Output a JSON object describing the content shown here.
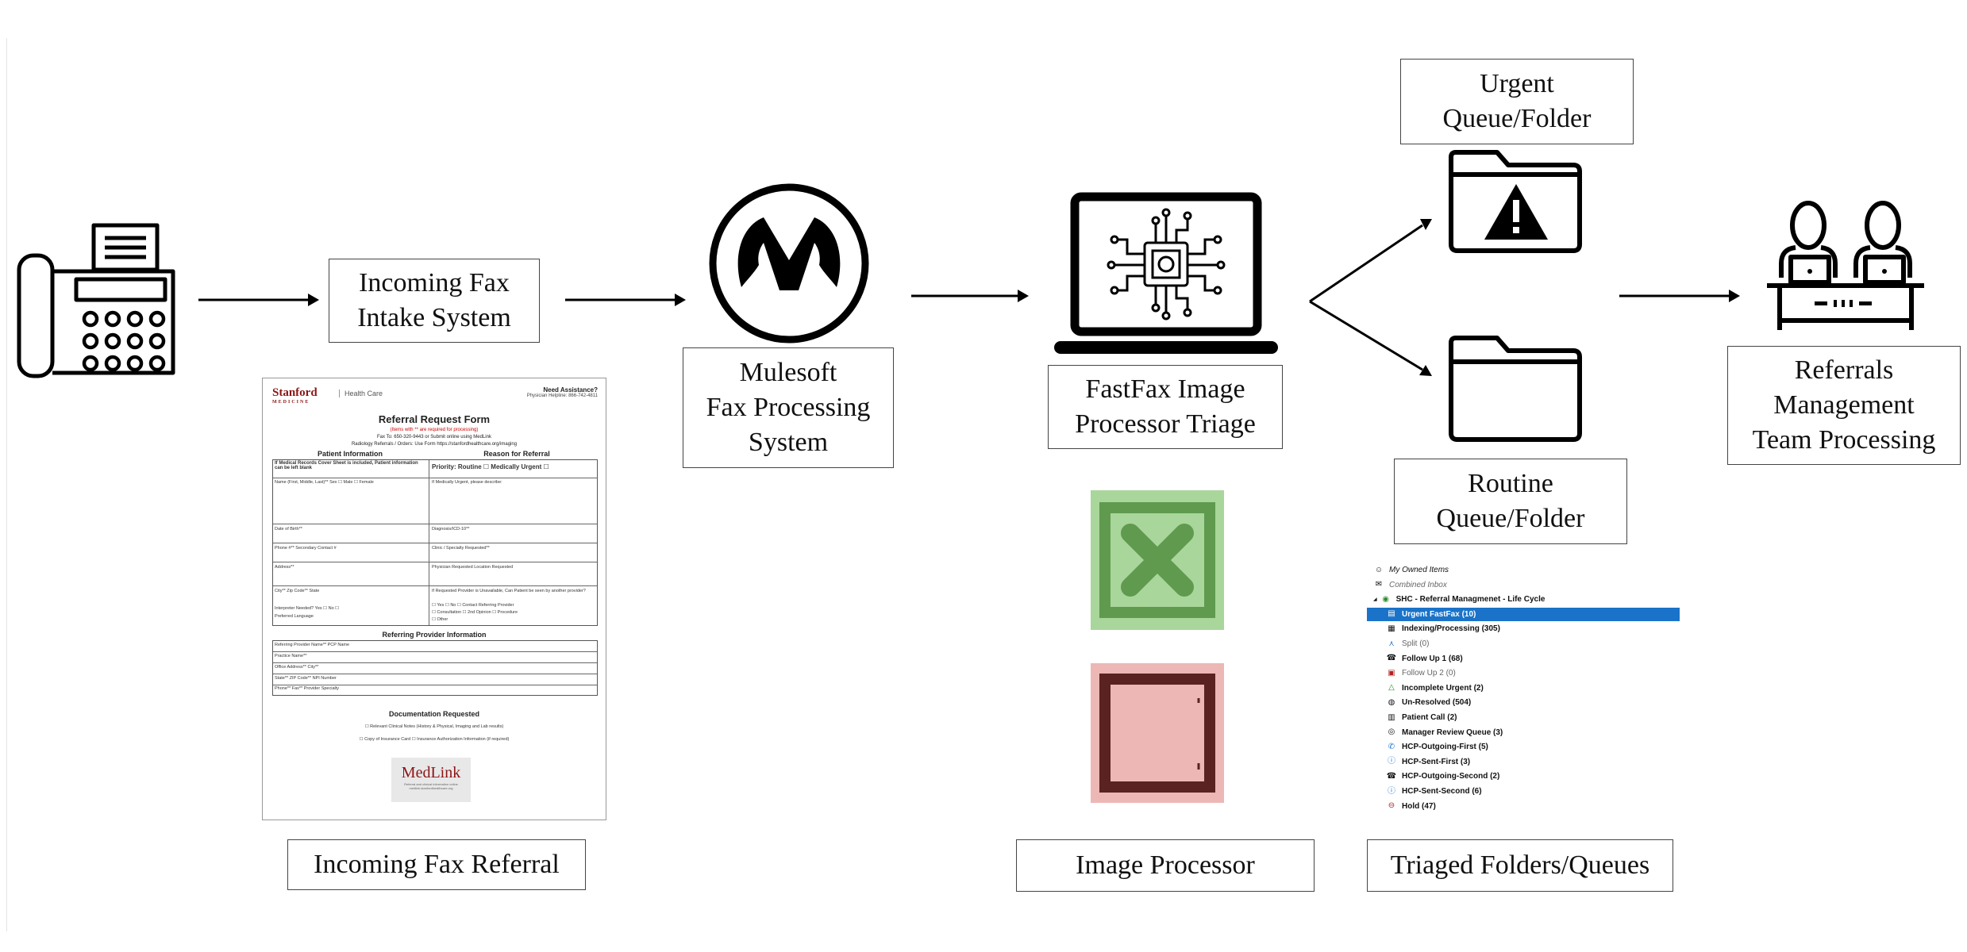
{
  "boxes": {
    "intake": [
      "Incoming Fax",
      "Intake System"
    ],
    "mulesoft": [
      "Mulesoft",
      "Fax Processing",
      "System"
    ],
    "fastfax": [
      "FastFax Image",
      "Processor Triage"
    ],
    "urgent": [
      "Urgent",
      "Queue/Folder"
    ],
    "routine": [
      "Routine",
      "Queue/Folder"
    ],
    "referrals": [
      "Referrals",
      "Management",
      "Team Processing"
    ]
  },
  "captions": {
    "incoming_fax_referral": "Incoming Fax Referral",
    "image_processor": "Image Processor",
    "triaged": "Triaged Folders/Queues"
  },
  "colors": {
    "green_fill": "#a9d69a",
    "green_stroke": "#5f9a4e",
    "red_fill": "#ecb7b5",
    "red_stroke": "#5a2220",
    "queue_selected": "#1a73c9",
    "stanford_red": "#8c1515"
  },
  "icons": {
    "fax": "fax-machine-icon",
    "mulesoft": "mulesoft-logo-icon",
    "laptop": "ai-chip-laptop-icon",
    "urgent_folder": "warning-folder-icon",
    "routine_folder": "folder-icon",
    "team": "team-at-desk-icon",
    "checked": "green-x-checkbox-icon",
    "unchecked": "red-empty-checkbox-icon"
  },
  "form": {
    "logo": "Stanford",
    "logo_sub": "MEDICINE",
    "health_care": "Health Care",
    "need": "Need Assistance?",
    "hotline": "Physician Helpline: 866-742-4811",
    "title": "Referral Request Form",
    "required": "(Items with ** are required for processing)",
    "fax_line": "Fax To: 650-320-9443 or Submit online using  MedLink",
    "radiology": "Radiology Referrals / Orders: Use Form  https://stanfordhealthcare.org/imaging",
    "patient_info": "Patient Information",
    "reason": "Reason for Referral",
    "cover_note": "If Medical Records Cover Sheet is included, Patient information can be left blank",
    "priority": "Priority:  Routine ☐  Medically Urgent ☐",
    "urgent_note": "If Medically Urgent, please describe:",
    "fields_left": [
      "Name (First, Middle, Last)**      Sex ☐ Male ☐ Female",
      "Date of Birth**",
      "Phone #**        Secondary Contact #",
      "Address**",
      "City**          Zip Code**        State",
      "Interpreter Needed?  Yes ☐   No ☐",
      "Preferred Language"
    ],
    "fields_right": [
      "Diagnosis/ICD-10**",
      "Clinic / Specialty Requested**",
      "Physician Requested              Location Requested",
      "If Requested Provider is Unavailable, Can Patient be seen by another provider?",
      "☐ Yes ☐ No ☐ Contact Referring Provider",
      "☐ Consultation  ☐ 2nd Opinion  ☐ Procedure",
      "☐ Other"
    ],
    "ref_provider": "Referring Provider Information",
    "ref_rows": [
      "Referring Provider Name**                                      PCP Name",
      "Practice Name**",
      "Office Address**                                                   City**",
      "State**              ZIP Code**                             NPI Number",
      "Phone**           Fax**              Provider Specialty"
    ],
    "doc_req": "Documentation Requested",
    "doc_line1": "☐ Relevant Clinical Notes (History & Physical, Imaging and Lab results)",
    "doc_line2": "☐ Copy of Insurance Card    ☐ Insurance Authorization Information (if required)",
    "medlink": "MedLink",
    "medlink_sub1": "Referral and clinical information online",
    "medlink_sub2": "medlink.stanfordhealthcare.org"
  },
  "queues": [
    {
      "label": "My Owned Items",
      "style": "it",
      "icon": "person-icon"
    },
    {
      "label": "Combined Inbox",
      "style": "it dim",
      "icon": "inbox-icon"
    },
    {
      "label": "SHC - Referral Managmenet - Life Cycle",
      "style": "bold",
      "icon": "tree-icon"
    },
    {
      "label": "Urgent FastFax (10)",
      "style": "bold",
      "icon": "queue-icon",
      "selected": true
    },
    {
      "label": "Indexing/Processing (305)",
      "style": "bold",
      "icon": "index-icon"
    },
    {
      "label": "Split (0)",
      "style": "dim",
      "icon": "split-icon"
    },
    {
      "label": "Follow Up 1 (68)",
      "style": "bold",
      "icon": "phone-icon"
    },
    {
      "label": "Follow Up 2 (0)",
      "style": "dim",
      "icon": "calendar-icon"
    },
    {
      "label": "Incomplete Urgent (2)",
      "style": "bold",
      "icon": "warning-icon"
    },
    {
      "label": "Un-Resolved (504)",
      "style": "bold",
      "icon": "search-icon"
    },
    {
      "label": "Patient Call (2)",
      "style": "bold",
      "icon": "phone-book-icon"
    },
    {
      "label": "Manager Review Queue (3)",
      "style": "bold",
      "icon": "manager-icon"
    },
    {
      "label": "HCP-Outgoing-First (5)",
      "style": "bold",
      "icon": "phone-out-icon"
    },
    {
      "label": "HCP-Sent-First (3)",
      "style": "bold",
      "icon": "info-icon"
    },
    {
      "label": "HCP-Outgoing-Second (2)",
      "style": "bold",
      "icon": "phone-icon"
    },
    {
      "label": "HCP-Sent-Second (6)",
      "style": "bold",
      "icon": "info-icon"
    },
    {
      "label": "Hold (47)",
      "style": "bold",
      "icon": "hold-icon"
    }
  ]
}
